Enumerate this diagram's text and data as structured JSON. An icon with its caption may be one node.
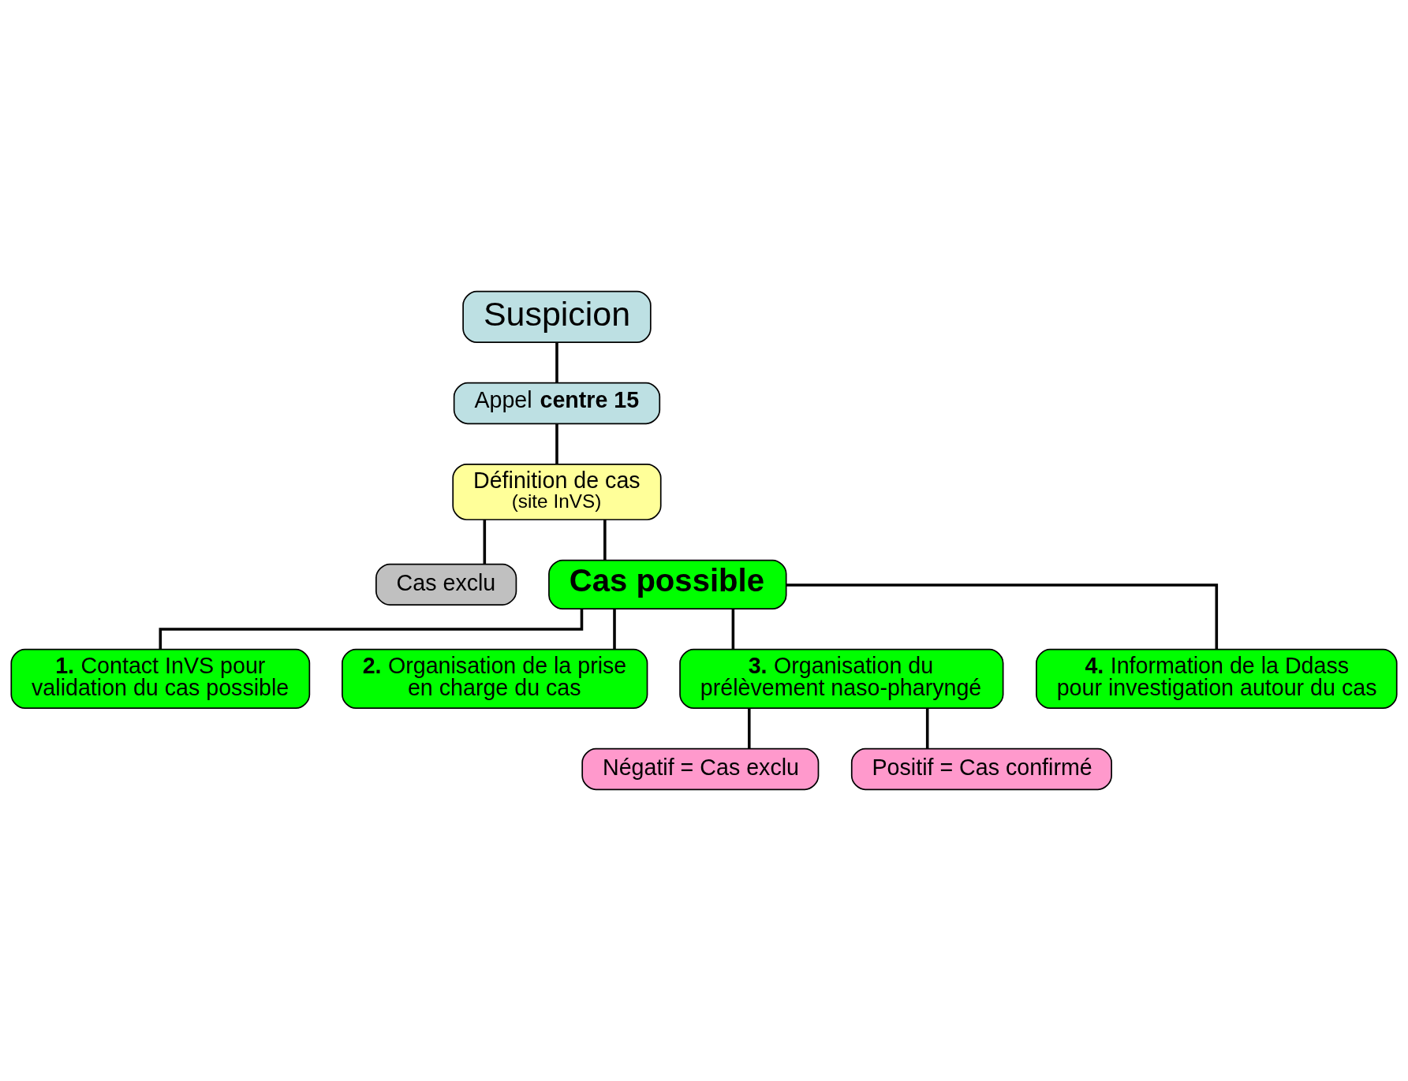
{
  "diagram": {
    "nodes": [
      {
        "text": [
          "Suspicion"
        ]
      },
      {
        "text": [
          "Appel **centre 15**"
        ]
      },
      {
        "text": [
          "Définition de cas",
          "(site InVS)"
        ]
      },
      {
        "text": [
          "Cas exclu"
        ]
      },
      {
        "text": [
          "Cas possible"
        ]
      },
      {
        "text": [
          "**1.** Contact InVS pour validation du cas possible"
        ]
      },
      {
        "text": [
          "**2.** Organisation de la prise en charge du cas"
        ]
      },
      {
        "text": [
          "**3.** Organisation du prélèvement naso-pharyngé"
        ]
      },
      {
        "text": [
          "Négatif = Cas exclu"
        ]
      },
      {
        "text": [
          "Positif = Cas confirmé"
        ]
      },
      {
        "text": [
          "**4.** Information de la Ddass pour investigation autour du cas"
        ]
      }
    ],
    "edges": [
      {
        "from": 0,
        "to": 1,
        "arrow": "none"
      },
      {
        "from": 1,
        "to": 2,
        "arrow": "none"
      },
      {
        "from": 2,
        "to": 3,
        "arrow": "none"
      },
      {
        "from": 2,
        "to": 4,
        "arrow": "none"
      },
      {
        "from": 4,
        "to": 5,
        "arrow": "none"
      },
      {
        "from": 4,
        "to": 6,
        "arrow": "none"
      },
      {
        "from": 4,
        "to": 7,
        "arrow": "none"
      },
      {
        "from": 4,
        "to": 10,
        "arrow": "none"
      },
      {
        "from": 7,
        "to": 8,
        "arrow": "none"
      },
      {
        "from": 7,
        "to": 9,
        "arrow": "none"
      }
    ]
  }
}
